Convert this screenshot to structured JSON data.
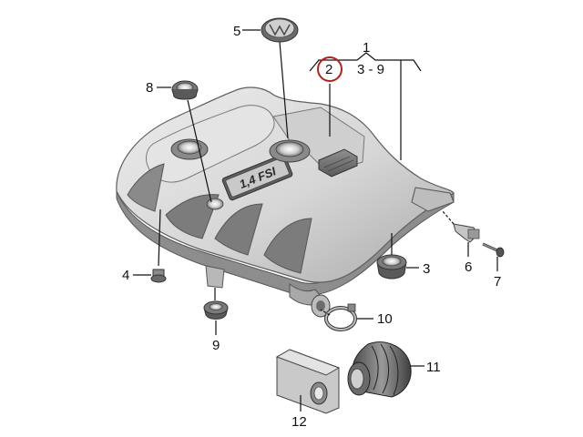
{
  "diagram": {
    "engine_badge": "1,4 FSI",
    "callouts": [
      {
        "id": "1",
        "text": "1"
      },
      {
        "id": "2",
        "text": "2"
      },
      {
        "id": "3-9",
        "text": "3 - 9"
      },
      {
        "id": "3",
        "text": "3"
      },
      {
        "id": "4",
        "text": "4"
      },
      {
        "id": "5",
        "text": "5"
      },
      {
        "id": "6",
        "text": "6"
      },
      {
        "id": "7",
        "text": "7"
      },
      {
        "id": "8",
        "text": "8"
      },
      {
        "id": "9",
        "text": "9"
      },
      {
        "id": "10",
        "text": "10"
      },
      {
        "id": "11",
        "text": "11"
      },
      {
        "id": "12",
        "text": "12"
      }
    ],
    "colors": {
      "part_fill": "#d9d9d9",
      "part_shadow": "#9c9c9c",
      "highlight_circle": "#b3221c",
      "line": "#111111"
    }
  }
}
